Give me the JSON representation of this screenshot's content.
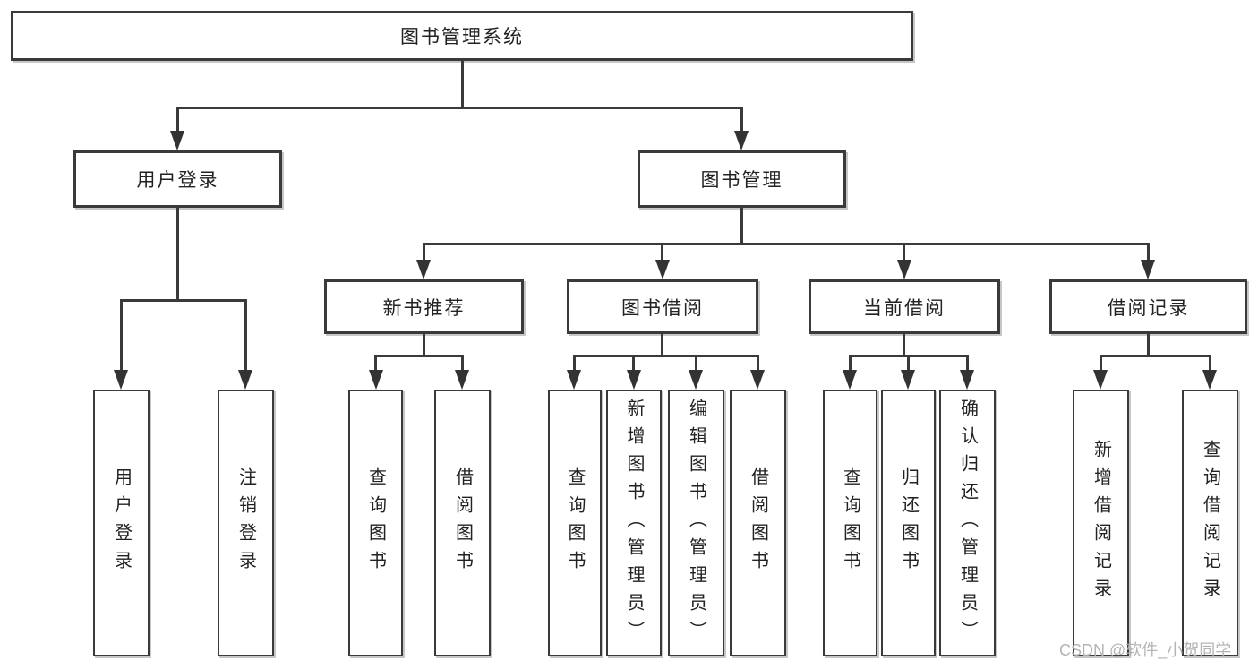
{
  "tree": {
    "root": "图书管理系统",
    "children": [
      {
        "label": "用户登录",
        "children": [
          {
            "label": "用户登录"
          },
          {
            "label": "注销登录"
          }
        ]
      },
      {
        "label": "图书管理",
        "children": [
          {
            "label": "新书推荐",
            "children": [
              {
                "label": "查询图书"
              },
              {
                "label": "借阅图书"
              }
            ]
          },
          {
            "label": "图书借阅",
            "children": [
              {
                "label": "查询图书"
              },
              {
                "label": "新增图书（管理员）"
              },
              {
                "label": "编辑图书（管理员）"
              },
              {
                "label": "借阅图书"
              }
            ]
          },
          {
            "label": "当前借阅",
            "children": [
              {
                "label": "查询图书"
              },
              {
                "label": "归还图书"
              },
              {
                "label": "确认归还（管理员）"
              }
            ]
          },
          {
            "label": "借阅记录",
            "children": [
              {
                "label": "新增借阅记录"
              },
              {
                "label": "查询借阅记录"
              }
            ]
          }
        ]
      }
    ]
  },
  "watermark": {
    "text": "CSDN @软件_小贺同学"
  },
  "colors": {
    "line": "#3a3a3a",
    "text": "#222222",
    "watermark": "#b0b0b0",
    "background": "#ffffff"
  }
}
